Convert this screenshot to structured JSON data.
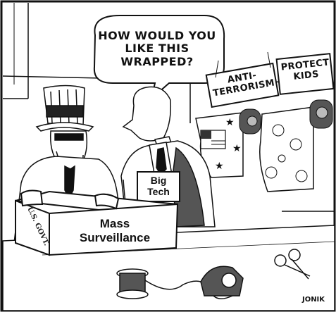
{
  "speech_bubble": {
    "lines": [
      "HOW WOULD YOU",
      "LIKE THIS",
      "WRAPPED?"
    ]
  },
  "signs": {
    "left": {
      "lines": [
        "ANTI-",
        "TERRORISM"
      ]
    },
    "right": {
      "lines": [
        "PROTECT",
        "KIDS"
      ]
    }
  },
  "box": {
    "lines": [
      "Mass",
      "Surveillance"
    ],
    "side_label": "U.S. GOVT."
  },
  "name_tag": {
    "lines": [
      "Big",
      "Tech"
    ]
  },
  "signature": "JONIK",
  "colors": {
    "ink": "#111111",
    "paper": "#ffffff",
    "gray": "#888888"
  }
}
